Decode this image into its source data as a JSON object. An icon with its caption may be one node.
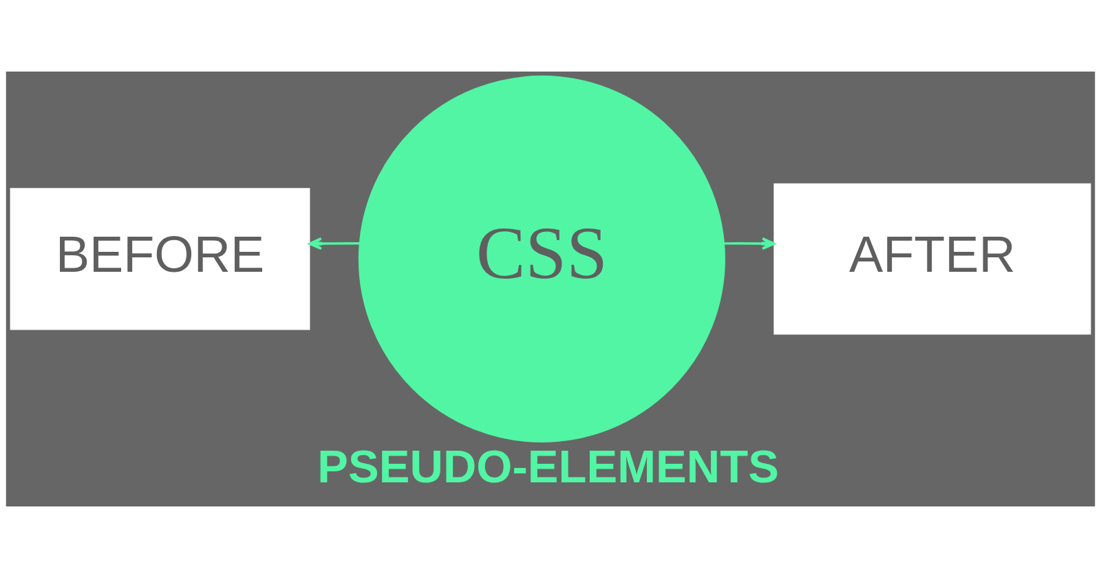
{
  "diagram": {
    "caption": "PSEUDO-ELEMENTS",
    "nodes": [
      {
        "text": [
          "BEFORE"
        ]
      },
      {
        "text": [
          "CSS"
        ]
      },
      {
        "text": [
          "AFTER"
        ]
      }
    ],
    "edges": [
      {
        "from": 1,
        "to": 0,
        "arrow": "to"
      },
      {
        "from": 1,
        "to": 2,
        "arrow": "to"
      }
    ]
  }
}
